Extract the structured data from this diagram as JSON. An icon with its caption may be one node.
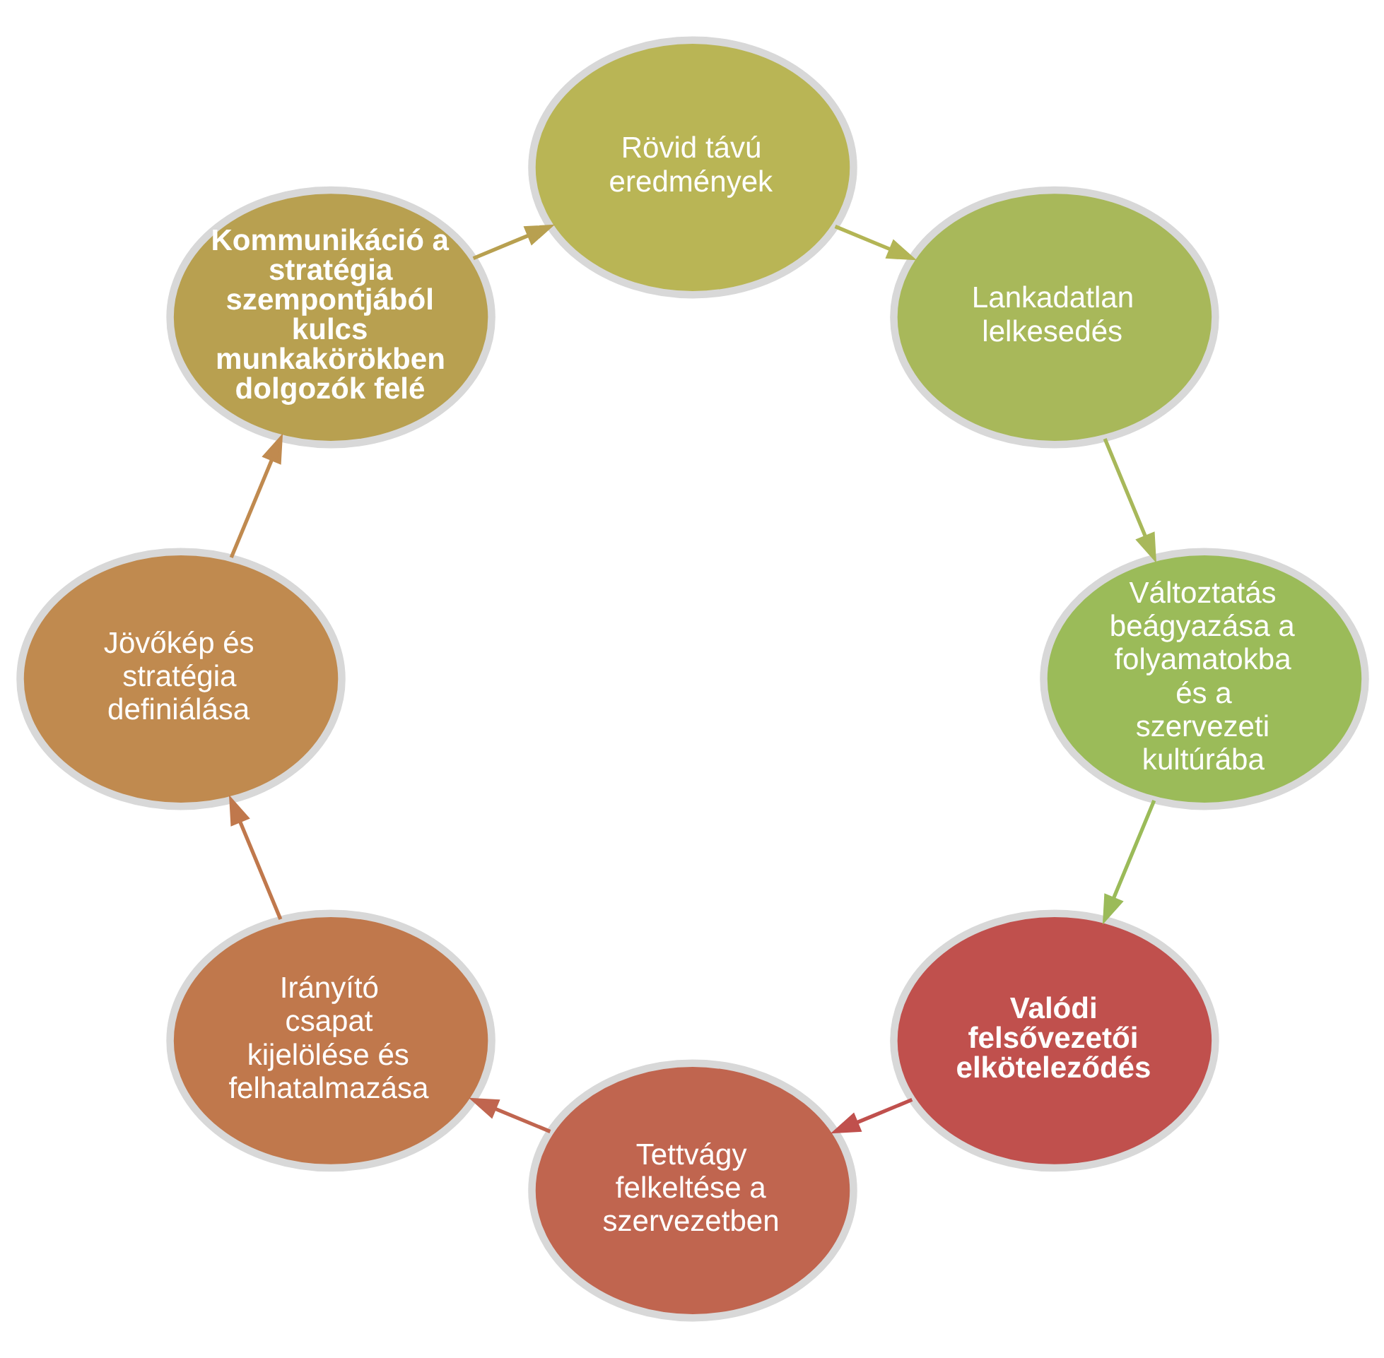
{
  "diagram": {
    "nodes": [
      {
        "text": [
          "Valódi felsővezetői elköteleződés"
        ]
      },
      {
        "text": [
          "Tettvágy felkeltése a szervezetben"
        ]
      },
      {
        "text": [
          "Irányító csapat kijelölése és felhatalmazása"
        ]
      },
      {
        "text": [
          "Jövőkép és stratégia definiálása"
        ]
      },
      {
        "text": [
          "Kommunikáció a stratégia szempontjából kulcs munkakörökben dolgozók felé"
        ]
      },
      {
        "text": [
          "Rövid távú eredmények"
        ]
      },
      {
        "text": [
          "Lankadatlan lelkesedés"
        ]
      },
      {
        "text": [
          "Változtatás beágyazása a folyamatokba és a szervezeti kultúrába"
        ]
      }
    ],
    "edges": [
      {
        "from": 0,
        "to": 1,
        "arrow": "to",
        "color": "#c0504d"
      },
      {
        "from": 1,
        "to": 2,
        "arrow": "to",
        "color": "#c0654f"
      },
      {
        "from": 2,
        "to": 3,
        "arrow": "to",
        "color": "#c0784c"
      },
      {
        "from": 3,
        "to": 4,
        "arrow": "to",
        "color": "#c08a4f"
      },
      {
        "from": 4,
        "to": 5,
        "arrow": "to",
        "color": "#b8a050"
      },
      {
        "from": 5,
        "to": 6,
        "arrow": "to",
        "color": "#b3b555"
      },
      {
        "from": 6,
        "to": 7,
        "arrow": "to",
        "color": "#a8b85a"
      },
      {
        "from": 7,
        "to": 0,
        "arrow": "to",
        "color": "#9bbb59"
      }
    ]
  }
}
